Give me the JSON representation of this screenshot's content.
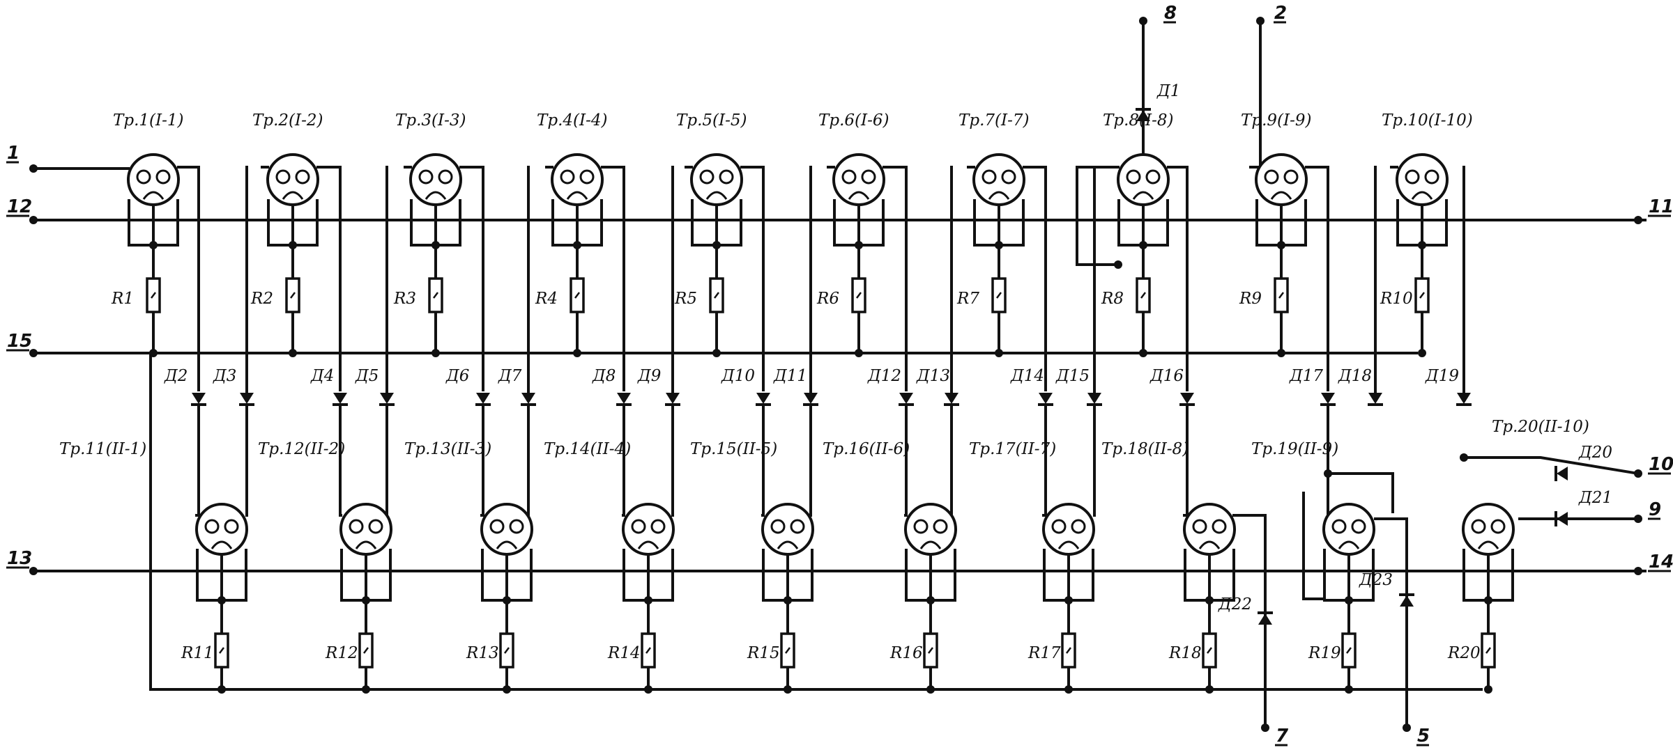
{
  "pins": [
    "1",
    "12",
    "15",
    "13",
    "8",
    "2",
    "11",
    "10",
    "9",
    "14",
    "7",
    "5"
  ],
  "top_transistors": [
    "Тр.1(I-1)",
    "Тр.2(I-2)",
    "Тр.3(I-3)",
    "Тр.4(I-4)",
    "Тр.5(I-5)",
    "Тр.6(I-6)",
    "Тр.7(I-7)",
    "Тр.8(I-8)",
    "Тр.9(I-9)",
    "Тр.10(I-10)"
  ],
  "bottom_transistors": [
    "Тр.11(II-1)",
    "Тр.12(II-2)",
    "Тр.13(II-3)",
    "Тр.14(II-4)",
    "Тр.15(II-5)",
    "Тр.16(II-6)",
    "Тр.17(II-7)",
    "Тр.18(II-8)",
    "Тр.19(II-9)",
    "Тр.20(II-10)"
  ],
  "top_resistors": [
    "R1",
    "R2",
    "R3",
    "R4",
    "R5",
    "R6",
    "R7",
    "R8",
    "R9",
    "R10"
  ],
  "bottom_resistors": [
    "R11",
    "R12",
    "R13",
    "R14",
    "R15",
    "R16",
    "R17",
    "R18",
    "R19",
    "R20"
  ],
  "diodes": [
    "Д1",
    "Д2",
    "Д3",
    "Д4",
    "Д5",
    "Д6",
    "Д7",
    "Д8",
    "Д9",
    "Д10",
    "Д11",
    "Д12",
    "Д13",
    "Д14",
    "Д15",
    "Д16",
    "Д17",
    "Д18",
    "Д19",
    "Д20",
    "Д21",
    "Д22",
    "Д23"
  ]
}
